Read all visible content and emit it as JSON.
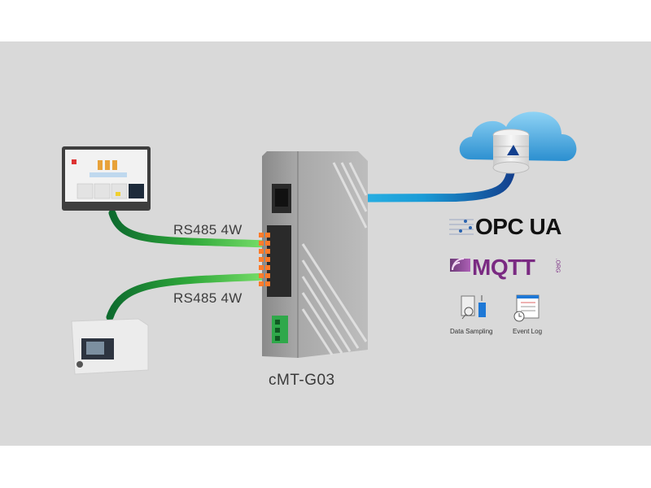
{
  "diagram": {
    "title": "cMT-G03 gateway connection diagram",
    "colors": {
      "background": "#d9d9d9",
      "serial_cable": "#3fbf3f",
      "ethernet_cable": "#2bb6e8",
      "cloud": "#4aa8dc",
      "opcua_text": "#111111",
      "mqtt_text": "#7a2a82"
    },
    "devices": {
      "hmi": {
        "name": "HMI touch panel"
      },
      "plc": {
        "name": "PLC"
      },
      "gateway": {
        "model": "cMT-G03",
        "ports": [
          "COM1",
          "COM2",
          "LAN",
          "PWR"
        ]
      },
      "cloud": {
        "name": "Cloud database"
      }
    },
    "connections": [
      {
        "from": "hmi",
        "to": "gateway.COM1",
        "label": "RS485 4W"
      },
      {
        "from": "plc",
        "to": "gateway.COM2",
        "label": "RS485 4W"
      },
      {
        "from": "gateway.LAN",
        "to": "cloud",
        "label": ""
      }
    ],
    "protocols": {
      "opcua": "OPC UA",
      "mqtt": "MQTT",
      "mqtt_suffix": ".ORG"
    },
    "features": [
      {
        "icon": "data-sampling-icon",
        "label": "Data Sampling"
      },
      {
        "icon": "event-log-icon",
        "label": "Event Log"
      }
    ]
  }
}
